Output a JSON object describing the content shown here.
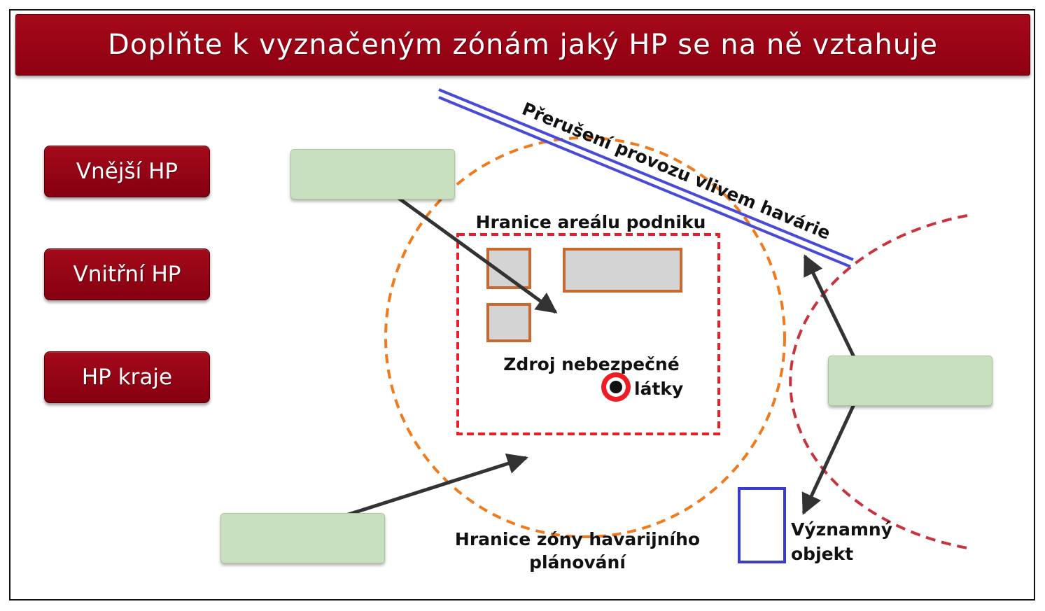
{
  "title": "Doplňte k vyznačeným zónám jaký HP se na ně vztahuje",
  "answers": [
    "Vnější HP",
    "Vnitřní HP",
    "HP kraje"
  ],
  "labels": {
    "road": "Přerušení provozu vlivem havárie",
    "site_boundary": "Hranice areálu podniku",
    "source_line1": "Zdroj nebezpečné",
    "source_line2": "látky",
    "zone_line1": "Hranice zóny havarijního",
    "zone_line2": "plánování",
    "object_line1": "Významný",
    "object_line2": "objekt"
  },
  "colors": {
    "title_bg": "#9a0414",
    "drop_box": "#c9e0bf",
    "zone_circle": "#f07a1e",
    "region_circle": "#c8333d",
    "site_boundary": "#ee1c24",
    "road": "#4a4ad8",
    "building": "#c8692f",
    "arrow": "#333333"
  }
}
